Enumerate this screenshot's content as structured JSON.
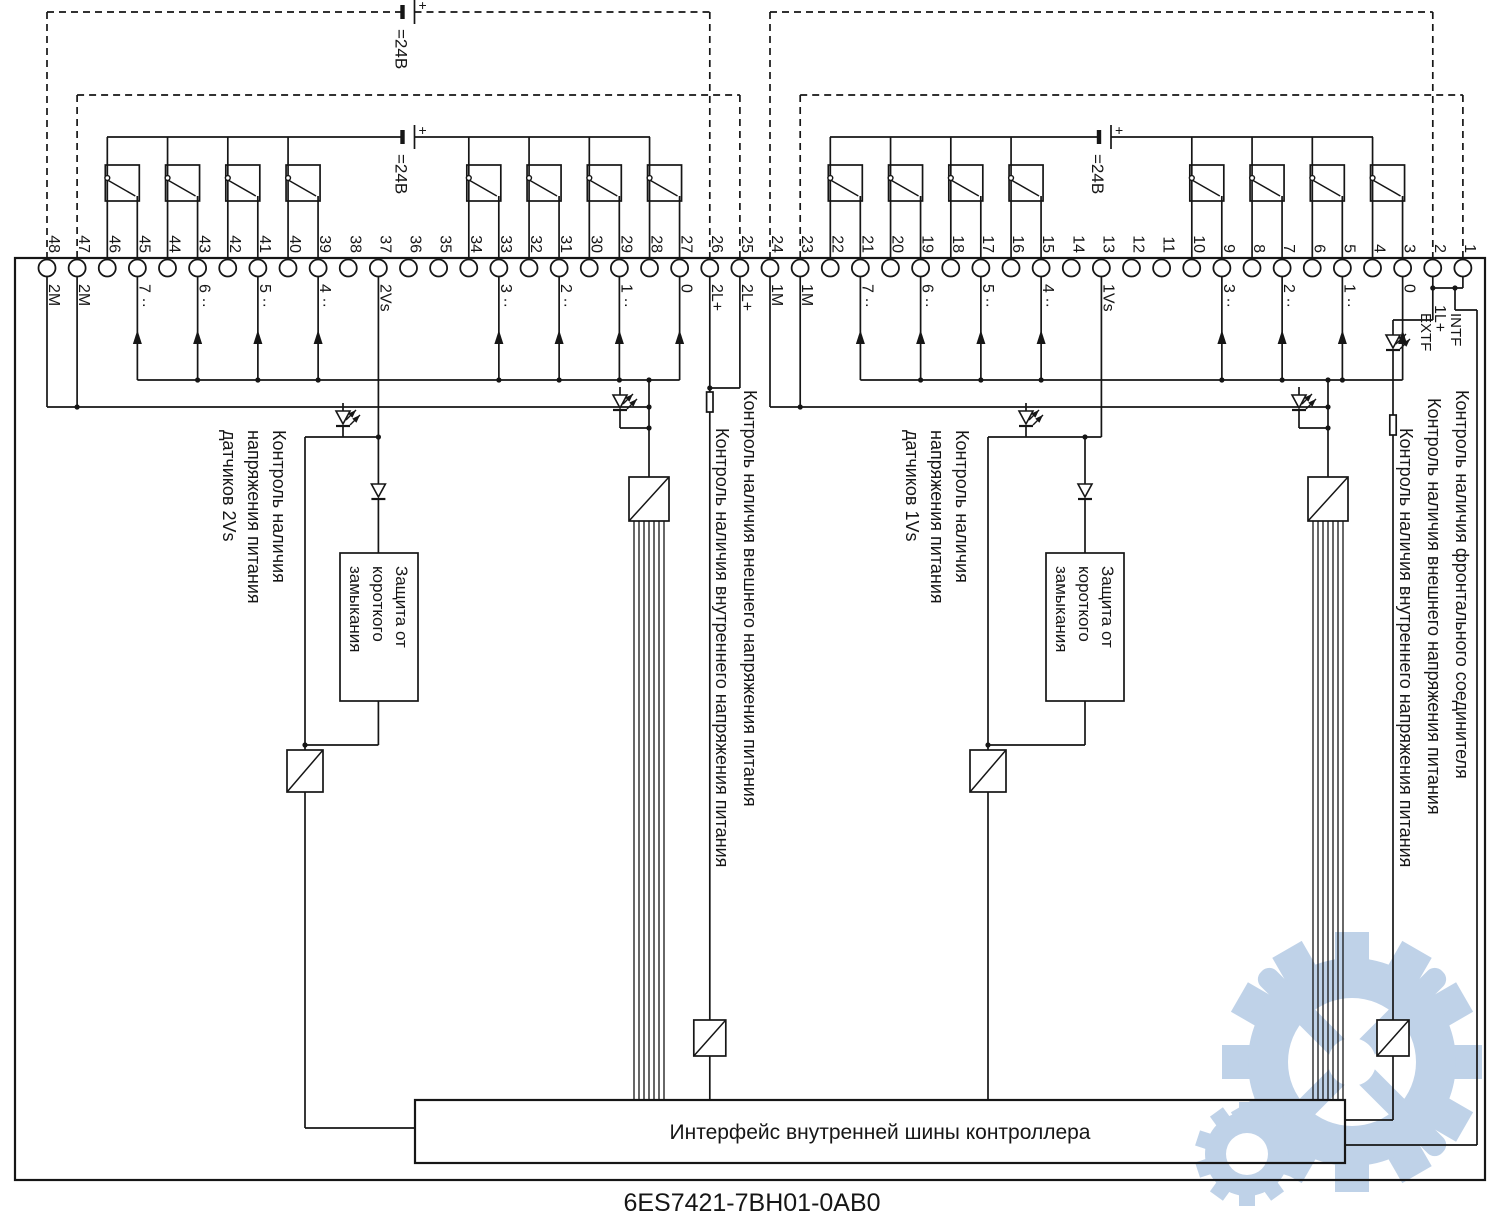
{
  "part_number": "6ES7421-7BH01-0AB0",
  "interface_label": "Интерфейс внутренней шины контроллера",
  "battery": {
    "label": "=24В",
    "plus": "+"
  },
  "fault_leds": {
    "intf": "INTF",
    "extf": "EXTF"
  },
  "monitor_labels": {
    "left_sensor": [
      "Контроль наличия",
      "напряжения питания",
      "датчиков 2Vs"
    ],
    "right_sensor": [
      "Контроль наличия",
      "напряжения питания",
      "датчиков 1Vs"
    ],
    "left_short_circuit": [
      "Защита от",
      "короткого",
      "замыкания"
    ],
    "right_short_circuit": [
      "Защита от",
      "короткого",
      "замыкания"
    ],
    "left_external": "Контроль наличия внешнего напряжения питания",
    "left_internal": "Контроль наличия внутреннего напряжения питания",
    "right_external": "Контроль наличия внешнего напряжения питания",
    "right_internal": "Контроль наличия внутреннего напряжения питания",
    "front_connector": "Контроль наличия фронтального соединителя"
  },
  "terminals": [
    {
      "num": "48",
      "label": "2M"
    },
    {
      "num": "47",
      "label": "2M"
    },
    {
      "num": "46",
      "label": ""
    },
    {
      "num": "45",
      "label": "7 ··"
    },
    {
      "num": "44",
      "label": ""
    },
    {
      "num": "43",
      "label": "6 ··"
    },
    {
      "num": "42",
      "label": ""
    },
    {
      "num": "41",
      "label": "5 ··"
    },
    {
      "num": "40",
      "label": ""
    },
    {
      "num": "39",
      "label": "4 ··"
    },
    {
      "num": "38",
      "label": ""
    },
    {
      "num": "37",
      "label": "2Vs"
    },
    {
      "num": "36",
      "label": ""
    },
    {
      "num": "35",
      "label": ""
    },
    {
      "num": "34",
      "label": ""
    },
    {
      "num": "33",
      "label": "3 ··"
    },
    {
      "num": "32",
      "label": ""
    },
    {
      "num": "31",
      "label": "2 ··"
    },
    {
      "num": "30",
      "label": ""
    },
    {
      "num": "29",
      "label": "1 ··"
    },
    {
      "num": "28",
      "label": ""
    },
    {
      "num": "27",
      "label": "0"
    },
    {
      "num": "26",
      "label": "2L+"
    },
    {
      "num": "25",
      "label": "2L+"
    },
    {
      "num": "24",
      "label": "1M"
    },
    {
      "num": "23",
      "label": "1M"
    },
    {
      "num": "22",
      "label": ""
    },
    {
      "num": "21",
      "label": "7 ··"
    },
    {
      "num": "20",
      "label": ""
    },
    {
      "num": "19",
      "label": "6 ··"
    },
    {
      "num": "18",
      "label": ""
    },
    {
      "num": "17",
      "label": "5 ··"
    },
    {
      "num": "16",
      "label": ""
    },
    {
      "num": "15",
      "label": "4 ··"
    },
    {
      "num": "14",
      "label": ""
    },
    {
      "num": "13",
      "label": "1Vs"
    },
    {
      "num": "12",
      "label": ""
    },
    {
      "num": "11",
      "label": ""
    },
    {
      "num": "10",
      "label": ""
    },
    {
      "num": "9",
      "label": "3 ··"
    },
    {
      "num": "8",
      "label": ""
    },
    {
      "num": "7",
      "label": "2 ··"
    },
    {
      "num": "6",
      "label": ""
    },
    {
      "num": "5",
      "label": "1 ··"
    },
    {
      "num": "4",
      "label": ""
    },
    {
      "num": "3",
      "label": "0"
    },
    {
      "num": "2",
      "label": "1L+"
    },
    {
      "num": "1",
      "label": ""
    }
  ]
}
